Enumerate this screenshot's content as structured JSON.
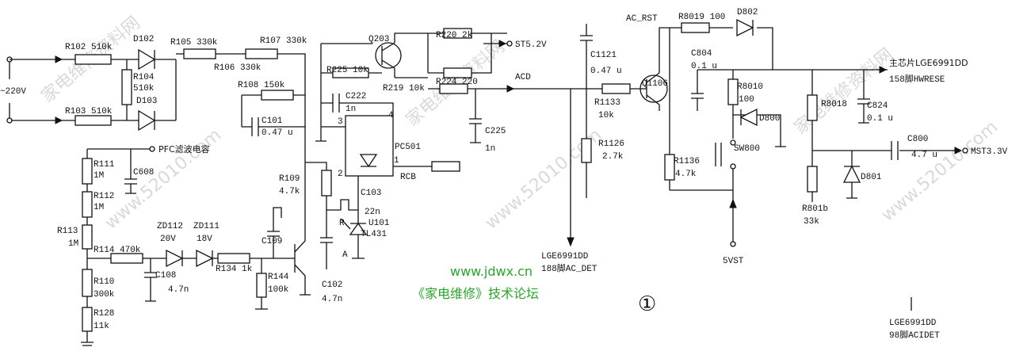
{
  "labels": {
    "ac220": "~220V",
    "r102": "R102 510k",
    "d102": "D102",
    "r105": "R105 330k",
    "r107": "R107 330k",
    "r106": "R106 330k",
    "r104": "R104",
    "r104v": "510k",
    "r103": "R103 510k",
    "d103": "D103",
    "r108": "R108 150k",
    "c101": "C101",
    "c101v": "0.47 u",
    "pfc": "PFC滤波电容",
    "r111": "R111",
    "r111v": "1M",
    "c608": "C608",
    "r112": "R112",
    "r112v": "1M",
    "r113": "R113",
    "r113v": "1M",
    "r114": "R114 470k",
    "zd112": "ZD112",
    "zd112v": "20V",
    "zd111": "ZD111",
    "zd111v": "18V",
    "r134": "R134 1k",
    "c108": "C108",
    "c108v": "4.7n",
    "r110": "R110",
    "r110v": "300k",
    "r128": "R128",
    "r128v": "11k",
    "c109": "C109",
    "r144": "R144",
    "r144v": "100k",
    "c102": "C102",
    "c102v": "4.7n",
    "r109": "R109",
    "r109v": "4.7k",
    "q203": "Q203",
    "r220": "R220 2k",
    "st52": "ST5.2V",
    "r225": "R225 10k",
    "r219": "R219 10k",
    "r224": "R224 220",
    "c222": "C222",
    "c222v": "1n",
    "n3": "3",
    "n4": "4",
    "n2": "2",
    "n1": "1",
    "pc501": "PC501",
    "rcb": "RCB",
    "c103": "C103",
    "c103v": "22n",
    "u101": "U101",
    "tl431": "TL431",
    "pinR": "R",
    "pinA": "A",
    "c225": "C225",
    "c225v": "1n",
    "acd": "ACD",
    "c1121": "C1121",
    "c1121v": "0.47 u",
    "r1133": "R1133",
    "r1133v": "10k",
    "r1126": "R1126",
    "r1126v": "2.7k",
    "lge_ac": "LGE6991DD",
    "lge_ac2": "188脚AC_DET",
    "acrst": "AC_RST",
    "q1106": "Q1106",
    "r8019": "R8019 100",
    "d802": "D802",
    "c804": "C804",
    "c804v": "0.1 u",
    "r8010": "R8010",
    "r8010v": "100",
    "d800": "D800",
    "sw800": "SW800",
    "r1136": "R1136",
    "r1136v": "4.7k",
    "v5st": "5VST",
    "main1": "主芯片LGE6991DD",
    "main2": "158脚HWRESE",
    "r8018": "R8018",
    "c824": "C824",
    "c824v": "0.1 u",
    "c800": "C800",
    "c800v": "4.7 u",
    "mst": "MST3.3V",
    "r801b": "R801b",
    "r801bv": "33k",
    "d801": "D801",
    "circle1": "①",
    "lge_b1": "LGE6991DD",
    "lge_b2": "98脚ACIDET",
    "site": "www.jdwx.cn",
    "forum": "《家电维修》技术论坛"
  },
  "watermarks": [
    "家电维修资料网",
    "www.52010.com"
  ]
}
